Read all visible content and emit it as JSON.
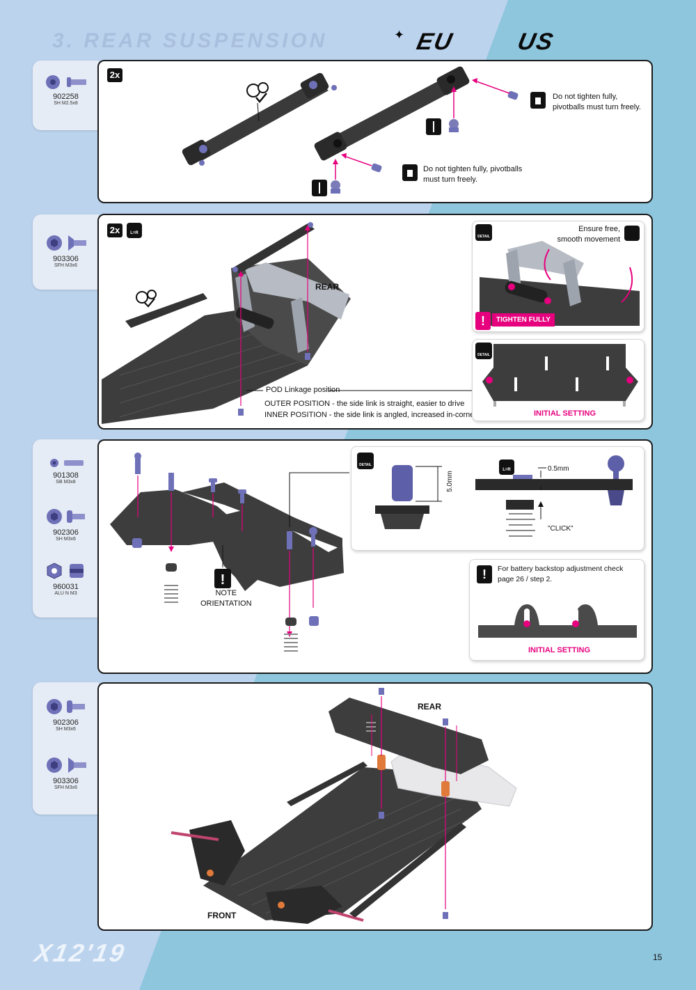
{
  "header": {
    "title": "3. REAR SUSPENSION",
    "badges": [
      "EU",
      "US"
    ]
  },
  "steps": [
    {
      "parts": [
        {
          "code": "902258",
          "desc": "SH M2.5x8"
        }
      ],
      "qty": "2x",
      "notes": [
        "Do not tighten fully,\npivotballs must turn freely.",
        "Do not tighten fully, pivotballs\nmust turn freely."
      ]
    },
    {
      "parts": [
        {
          "code": "903306",
          "desc": "SFH M3x6"
        }
      ],
      "qty": "2x",
      "lr_label": "L=R",
      "direction_label": "REAR",
      "pod_label": "POD Linkage position",
      "positions": [
        "OUTER POSITION - the side link is straight, easier to drive",
        "INNER POSITION - the side link is angled, increased in-corner steering"
      ],
      "detail_top": {
        "icon_label": "DETAIL",
        "note": "Ensure free,\nsmooth movement",
        "warning": "TIGHTEN FULLY"
      },
      "detail_bottom": {
        "icon_label": "DETAIL",
        "label": "INITIAL SETTING"
      }
    },
    {
      "parts": [
        {
          "code": "901308",
          "desc": "SB M3x8"
        },
        {
          "code": "902306",
          "desc": "SH M3x6"
        },
        {
          "code": "960031",
          "desc": "ALU N M3"
        }
      ],
      "note_orientation": "NOTE\nORIENTATION",
      "detail": {
        "icon_label": "DETAIL",
        "dimension": "5.0mm"
      },
      "lr": {
        "label": "L=R",
        "gap": "0.5mm",
        "click": "\"CLICK\""
      },
      "battery": {
        "note": "For battery backstop adjustment check\npage 26 / step 2.",
        "label": "INITIAL SETTING"
      }
    },
    {
      "parts": [
        {
          "code": "902306",
          "desc": "SH M3x6"
        },
        {
          "code": "903306",
          "desc": "SFH M3x6"
        }
      ],
      "rear_label": "REAR",
      "front_label": "FRONT"
    }
  ],
  "footer": {
    "model": "X12'19",
    "page_number": "15"
  },
  "colors": {
    "accent": "#e6007e",
    "hardware": "#6f71b8",
    "carbon": "#3a3a3a",
    "bg_left": "#bcd3ee",
    "bg_right": "#8ec6dd"
  }
}
